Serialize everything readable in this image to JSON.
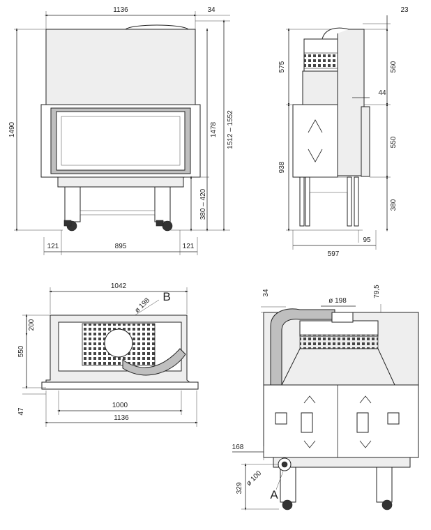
{
  "front_view": {
    "top_width": "1136",
    "top_offset": "34",
    "total_height_left": "1490",
    "height_inner": "1478",
    "height_range": "1512 – 1552",
    "leg_range": "380 – 420",
    "bottom_left": "121",
    "bottom_mid": "895",
    "bottom_right": "121"
  },
  "side_view": {
    "top_offset": "23",
    "upper_left": "575",
    "upper_right": "560",
    "notch": "44",
    "middle_right": "550",
    "lower_left": "938",
    "lower_right": "380",
    "bottom_small": "95",
    "depth": "597"
  },
  "top_view": {
    "width_top": "1042",
    "diameter": "ø 198",
    "label_b": "B",
    "depth_upper": "200",
    "depth_total": "550",
    "front_offset": "47",
    "inner_width": "1000",
    "outer_width": "1136"
  },
  "rear_view": {
    "top_small": "34",
    "offset_right": "79,5",
    "diameter_top": "ø 198",
    "side_offset": "168",
    "diameter_small": "ø 100",
    "height_small": "329",
    "label_a": "A"
  }
}
